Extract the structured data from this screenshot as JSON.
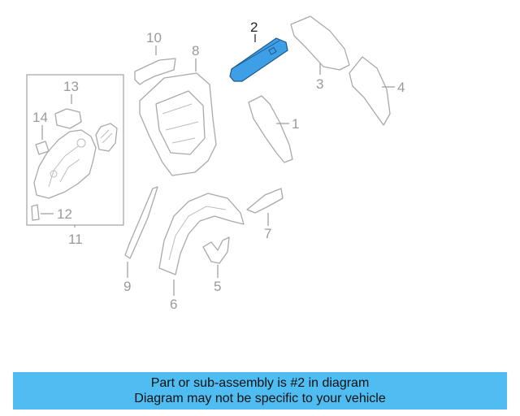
{
  "diagram": {
    "callouts": [
      "1",
      "2",
      "3",
      "4",
      "5",
      "6",
      "7",
      "8",
      "9",
      "10",
      "11",
      "12",
      "13",
      "14"
    ],
    "highlighted_part": "2",
    "highlight_color": "#3f9fe6",
    "part_line_color": "#a9a9a9"
  },
  "banner": {
    "line1": "Part or sub-assembly is #2 in diagram",
    "line2": "Diagram may not be specific to your vehicle",
    "background": "#4fbcf2"
  }
}
